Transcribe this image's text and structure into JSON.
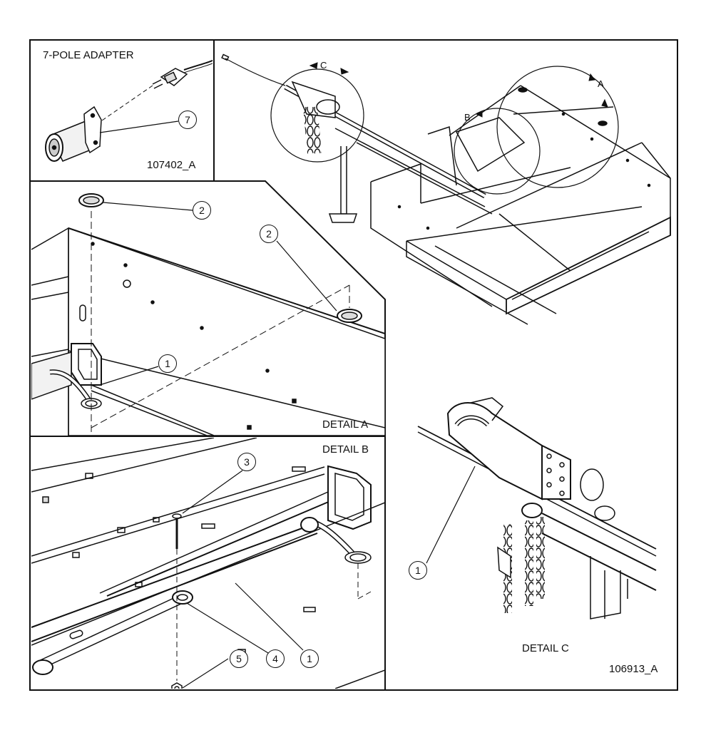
{
  "panels": {
    "adapter": {
      "title": "7-POLE ADAPTER",
      "part_no": "107402_A"
    },
    "detail_a": {
      "title": "DETAIL A"
    },
    "detail_b": {
      "title": "DETAIL B"
    },
    "detail_c": {
      "title": "DETAIL C"
    },
    "main": {
      "part_no": "106913_A"
    }
  },
  "view_letters": [
    "A",
    "B",
    "C"
  ],
  "callouts": {
    "adapter": [
      "7"
    ],
    "detail_a": [
      "2",
      "2",
      "1"
    ],
    "detail_b": [
      "3",
      "5",
      "4",
      "1"
    ],
    "detail_c": [
      "1"
    ]
  },
  "colors": {
    "line": "#111111",
    "paper": "#ffffff",
    "fill": "#f2f2f2"
  }
}
